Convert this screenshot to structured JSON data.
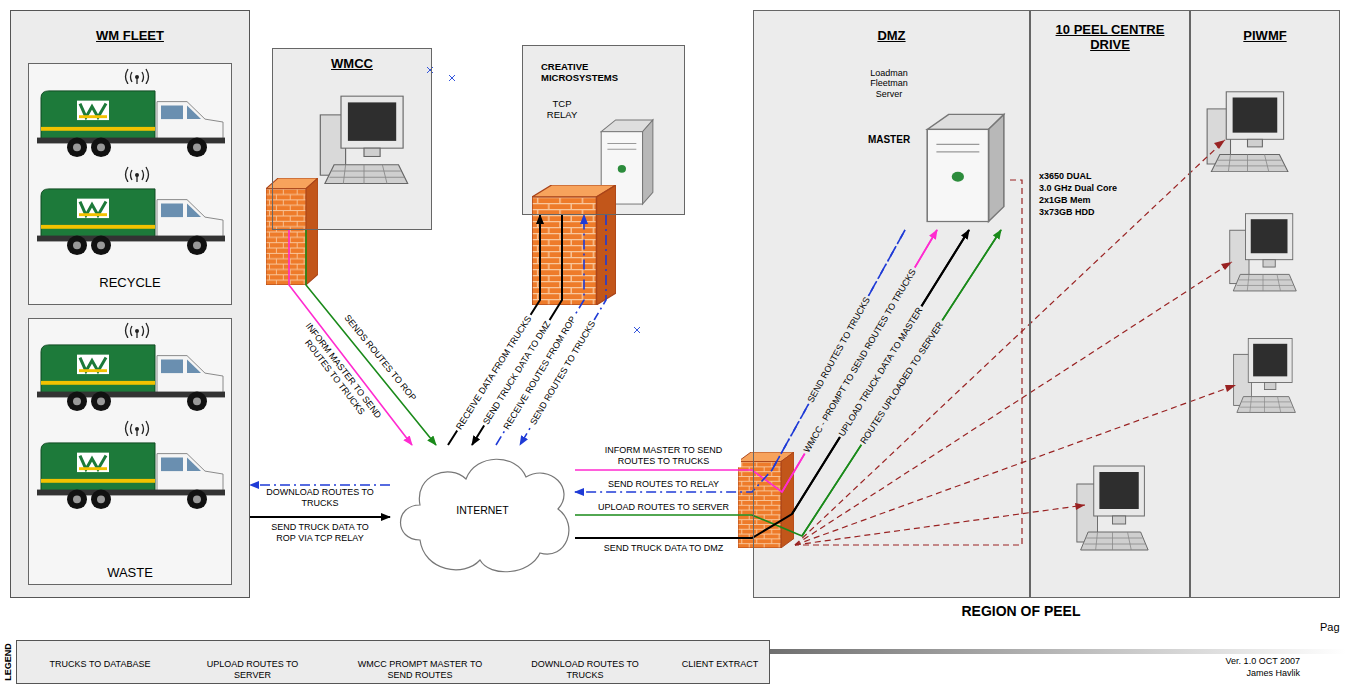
{
  "diagram": {
    "nodes": [
      {
        "text": [
          "WM FLEET"
        ]
      },
      {
        "text": [
          "RECYCLE"
        ],
        "in": 0
      },
      {
        "text": [
          "WASTE"
        ],
        "in": 0
      },
      {
        "text": [
          "WMCC"
        ]
      },
      {
        "text": [
          "CREATIVE MICROSYSTEMS",
          "TCP RELAY"
        ]
      },
      {
        "text": [
          "INTERNET"
        ]
      },
      {
        "text": [
          "REGION OF PEEL"
        ]
      },
      {
        "text": [
          "DMZ"
        ],
        "in": 6
      },
      {
        "text": [
          "Loadman Fleetman Server",
          "MASTER"
        ],
        "in": 7
      },
      {
        "text": [
          "10 PEEL CENTRE DRIVE",
          "x3650 DUAL",
          "3.0 GHz Dual Core",
          "2x1GB Mem",
          "3x73GB HDD"
        ],
        "in": 6
      },
      {
        "text": [
          "PIWMF"
        ],
        "in": 6
      }
    ],
    "edges": [
      {
        "from": 5,
        "to": 0,
        "arrow": "to",
        "label": "DOWNLOAD ROUTES TO TRUCKS"
      },
      {
        "from": 0,
        "to": 5,
        "arrow": "to",
        "label": "SEND TRUCK DATA TO ROP VIA TCP RELAY"
      },
      {
        "from": 3,
        "to": 5,
        "arrow": "to",
        "label": "SENDS ROUTES TO ROP"
      },
      {
        "from": 3,
        "to": 5,
        "arrow": "to",
        "label": "INFORM MASTER TO SEND ROUTES TO TRUCKS"
      },
      {
        "from": 5,
        "to": 4,
        "arrow": "to",
        "label": "RECEIVE DATA FROM TRUCKS"
      },
      {
        "from": 4,
        "to": 5,
        "arrow": "to",
        "label": "SEND TRUCK DATA TO DMZ"
      },
      {
        "from": 5,
        "to": 4,
        "arrow": "to",
        "label": "RECEIVE ROUTES FROM ROP"
      },
      {
        "from": 4,
        "to": 5,
        "arrow": "to",
        "label": "SEND ROUTES TO TRUCKS"
      },
      {
        "from": 5,
        "to": 8,
        "arrow": "to",
        "label": "INFORM MASTER TO SEND ROUTES TO TRUCKS"
      },
      {
        "from": 8,
        "to": 5,
        "arrow": "to",
        "label": "SEND ROUTES TO RELAY"
      },
      {
        "from": 5,
        "to": 8,
        "arrow": "to",
        "label": "UPLOAD ROUTES TO SERVER"
      },
      {
        "from": 5,
        "to": 8,
        "arrow": "to",
        "label": "SEND TRUCK DATA TO DMZ"
      }
    ],
    "labels": [
      "SEND ROUTES TO TRUCKS",
      "WMCC - PROMPT TO SEND ROUTES TO TRUCKS",
      "UPLOAD TRUCK DATA TO MASTER",
      "ROUTES UPLOADED TO SERVER",
      "LEGEND",
      "Pag",
      "Ver. 1.0 OCT 2007",
      "James Havlik"
    ],
    "legend": [
      {
        "text": "TRUCKS TO DATABASE"
      },
      {
        "text": "UPLOAD ROUTES TO SERVER"
      },
      {
        "text": "WMCC PROMPT MASTER TO SEND ROUTES"
      },
      {
        "text": "DOWNLOAD ROUTES TO TRUCKS"
      },
      {
        "text": "CLIENT EXTRACT"
      }
    ]
  }
}
